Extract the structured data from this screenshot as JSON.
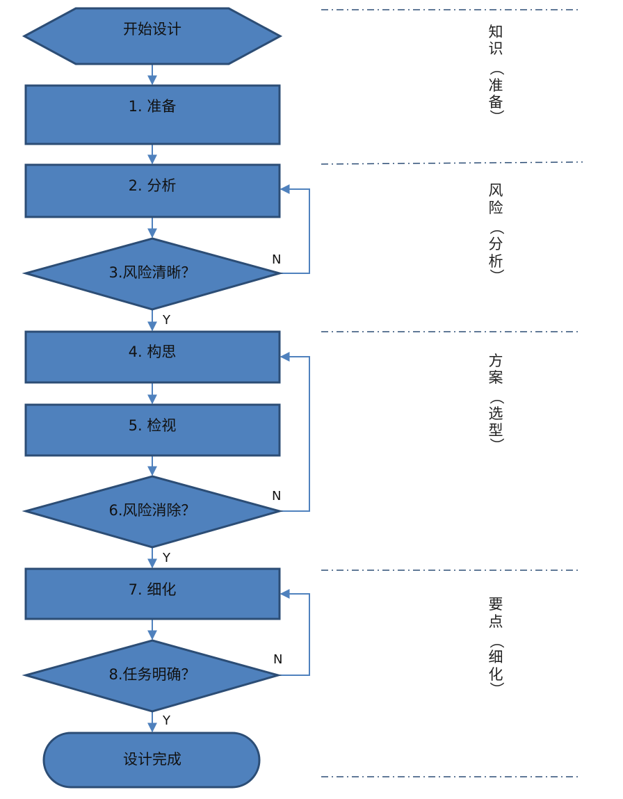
{
  "nodes": {
    "start": "开始设计",
    "prepare": "1.  准备",
    "analyze": "2.  分析",
    "risk_clear": "3.风险清晰？",
    "conceive": "4.  构思",
    "review": "5.  检视",
    "risk_removed": "6.风险消除？",
    "refine": "7.  细化",
    "task_clear": "8.任务明确？",
    "end": "设计完成"
  },
  "edge_labels": {
    "no_3": "N",
    "yes_3": "Y",
    "no_6": "N",
    "yes_6": "Y",
    "no_8": "N",
    "yes_8": "Y"
  },
  "phases": [
    {
      "chars": [
        "知",
        "识",
        "（",
        "准",
        "备",
        "）"
      ]
    },
    {
      "chars": [
        "风",
        "险",
        "（",
        "分",
        "析",
        "）"
      ]
    },
    {
      "chars": [
        "方",
        "案",
        "（",
        "选",
        "型",
        "）"
      ]
    },
    {
      "chars": [
        "要",
        "点",
        "（",
        "细",
        "化",
        "）"
      ]
    }
  ],
  "colors": {
    "fill": "#4f81bd",
    "stroke": "#2c4d75",
    "edge": "#4f81bd"
  }
}
